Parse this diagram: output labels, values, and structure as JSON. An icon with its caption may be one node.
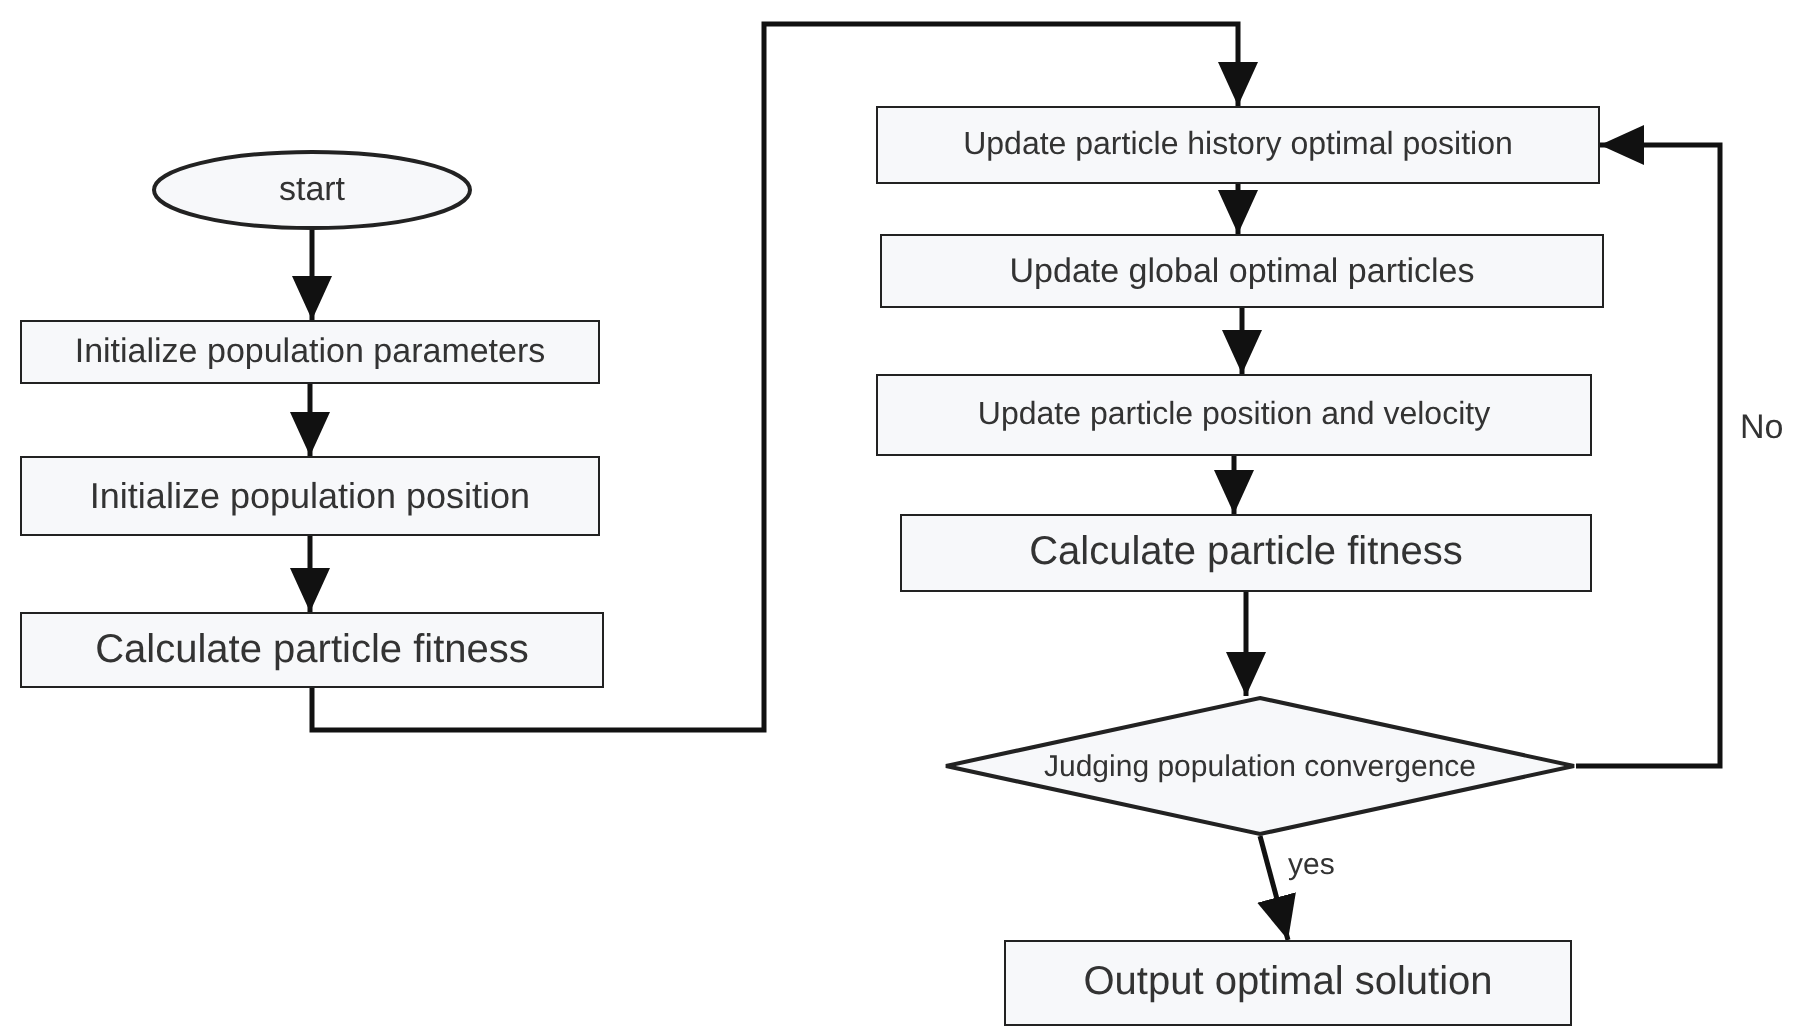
{
  "diagram": {
    "nodes": [
      {
        "text": [
          "start"
        ]
      },
      {
        "text": [
          "Initialize population parameters"
        ]
      },
      {
        "text": [
          "Initialize population position"
        ]
      },
      {
        "text": [
          "Calculate particle fitness"
        ]
      },
      {
        "text": [
          "Update particle history optimal position"
        ]
      },
      {
        "text": [
          "Update global optimal particles"
        ]
      },
      {
        "text": [
          "Update particle position and velocity"
        ]
      },
      {
        "text": [
          "Calculate particle fitness"
        ]
      },
      {
        "text": [
          "Judging population convergence"
        ]
      },
      {
        "text": [
          "Output optimal solution"
        ]
      }
    ],
    "edges": [
      {
        "from": 0,
        "to": 1,
        "arrow": "to"
      },
      {
        "from": 1,
        "to": 2,
        "arrow": "to"
      },
      {
        "from": 2,
        "to": 3,
        "arrow": "to"
      },
      {
        "from": 3,
        "to": 4,
        "arrow": "to"
      },
      {
        "from": 4,
        "to": 5,
        "arrow": "to"
      },
      {
        "from": 5,
        "to": 6,
        "arrow": "to"
      },
      {
        "from": 6,
        "to": 7,
        "arrow": "to"
      },
      {
        "from": 7,
        "to": 8,
        "arrow": "to"
      },
      {
        "from": 8,
        "to": 4,
        "arrow": "to",
        "label": "No"
      },
      {
        "from": 8,
        "to": 9,
        "arrow": "to",
        "label": "yes"
      }
    ]
  }
}
